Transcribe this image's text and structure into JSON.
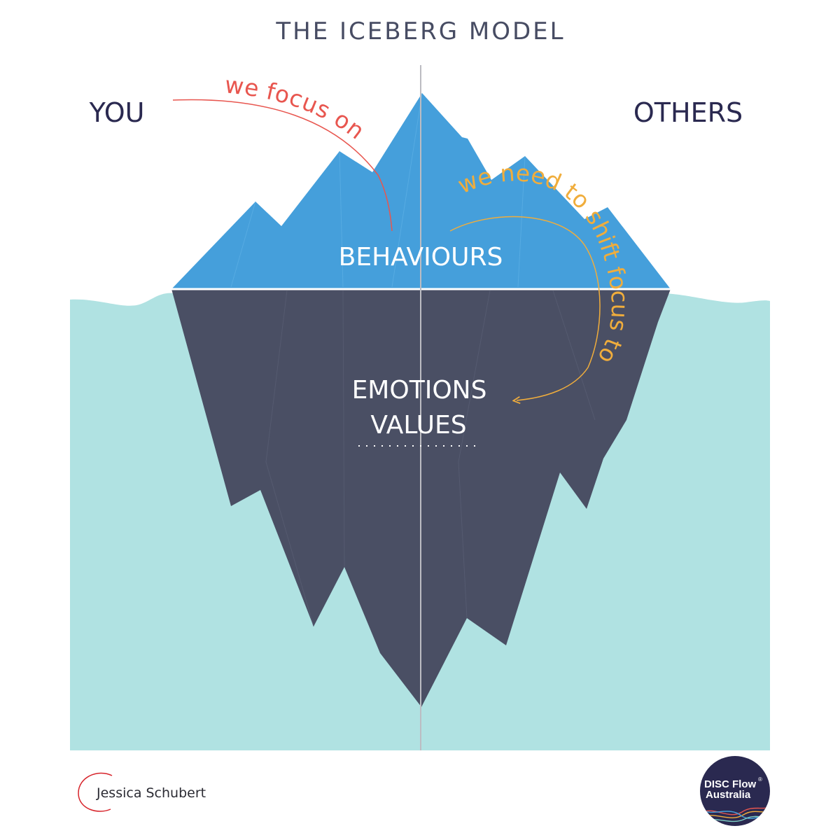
{
  "title": "THE ICEBERG MODEL",
  "side_left": "YOU",
  "side_right": "OTHERS",
  "above_water": "BEHAVIOURS",
  "below_water": [
    "EMOTIONS",
    "VALUES"
  ],
  "arc_current": "we focus on",
  "arc_shift": "we need to shift focus to",
  "signature": "Jessica Schubert",
  "logo": {
    "line1": "DISC Flow",
    "registered": "®",
    "line2": "Australia"
  },
  "colors": {
    "title": "#474c63",
    "side_labels": "#2a2950",
    "ice_above": "#459fdb",
    "ice_below": "#4a4f64",
    "water": "#b0e2e2",
    "arc_current": "#e8564f",
    "arc_shift": "#f0ad3c",
    "logo_bg": "#2a2950"
  }
}
